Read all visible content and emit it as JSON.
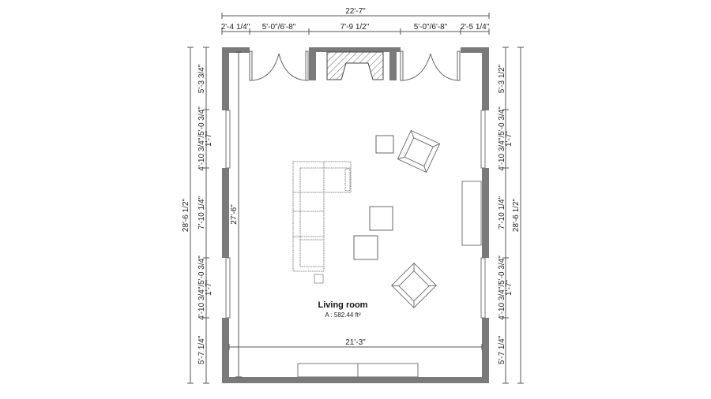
{
  "room": {
    "name": "Living room",
    "area": "A : 582.44 ft²"
  },
  "dimensions": {
    "top_total": "22'-7\"",
    "top_segments": [
      "2'-4 1/4\"",
      "5'-0\"/6'-8\"",
      "7'-9 1/2\"",
      "5'-0\"/6'-8\"",
      "2'-5 1/4\""
    ],
    "left_total": "28'-6 1/2\"",
    "left_segments": [
      "5'-3 3/4\"",
      "4'-10 3/4\"/5'-0 3/4\"",
      "7'-10 1/4\"",
      "4'-10 3/4\"/5'-0 3/4\"",
      "5'-7 1/4\""
    ],
    "left_window_sub": "1'-7\"",
    "right_total": "28'-6 1/2\"",
    "right_segments": [
      "5'-3 1/2\"",
      "4'-10 3/4\"/5'-0 3/4\"",
      "7'-10 1/4\"",
      "4'-10 3/4\"/5'-0 3/4\"",
      "5'-7 1/4\""
    ],
    "right_window_sub": "1'-7\"",
    "interior_height": "27'-6\"",
    "interior_width": "21'-3\""
  },
  "colors": {
    "wall": "#7a7a7a",
    "line": "#555555",
    "furniture": "#666666"
  }
}
